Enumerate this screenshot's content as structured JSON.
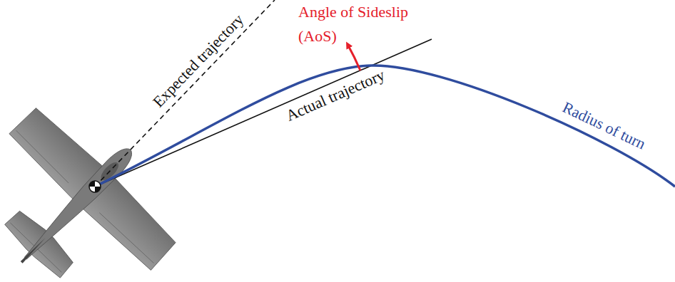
{
  "diagram": {
    "labels": [
      "Expected trajectory",
      "Angle of Sideslip (AoS)",
      "Actual trajectory",
      "Radius of turn"
    ]
  }
}
